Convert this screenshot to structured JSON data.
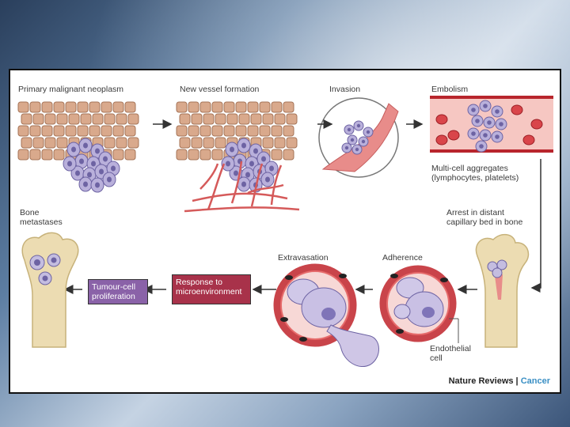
{
  "labels": {
    "primary": "Primary malignant neoplasm",
    "vessel": "New vessel formation",
    "invasion": "Invasion",
    "embolism": "Embolism",
    "multicell": "Multi-cell aggregates\n(lymphocytes, platelets)",
    "bone_mets": "Bone\nmetastases",
    "arrest": "Arrest in distant\ncapillary bed in bone",
    "extravasation": "Extravasation",
    "adherence": "Adherence",
    "endothelial": "Endothelial\ncell"
  },
  "boxes": {
    "tumour": "Tumour-cell\nproliferation",
    "response": "Response to\nmicroenvironment"
  },
  "credit": {
    "journal": "Nature Reviews",
    "separator": " | ",
    "section": "Cancer"
  },
  "colors": {
    "tumour_box": "#8a62a8",
    "response_box": "#a8324a",
    "vessel_red": "#d9454a",
    "bone": "#ecdcb2",
    "tumour_cell": "#b9b0db",
    "tissue_cell": "#d9a98c"
  }
}
